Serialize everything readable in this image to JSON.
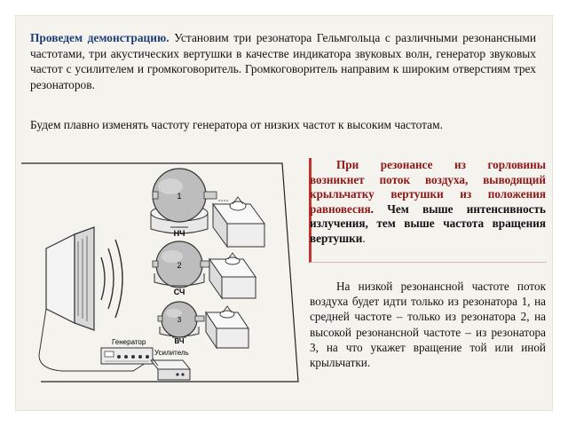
{
  "intro": {
    "lead": "Проведем демонстрацию.",
    "text": " Установим три резонатора Гельмгольца с различными резонансными частотами, три акустических вертушки в качестве индикатора звуковых волн, генератор звуковых частот с усилителем и громкоговоритель. Громкоговоритель направим к широким отверстиям трех резонаторов."
  },
  "second": "Будем плавно изменять частоту генератора от низких частот к высоким частотам.",
  "callout": {
    "red": "При резонансе из горловины возникнет поток воздуха, выводящий крыльчатку вертушки из положения равновесия",
    "dot1": ".",
    "black": " Чем выше интенсивность излучения, тем выше частота вращения вертушки",
    "dot2": "."
  },
  "paragraph": "На низкой резонансной частоте поток воздуха будет идти только из резонатора 1, на средней частоте – только из резонатора 2, на высокой резонансной частоте – из резонатора 3, на что укажет вращение той или иной крыльчатки.",
  "diagram": {
    "resonator_1": "1",
    "resonator_2": "2",
    "resonator_3": "3",
    "label_low": "НЧ",
    "label_mid": "СЧ",
    "label_high": "ВЧ",
    "generator": "Генератор",
    "amplifier": "Усилитель"
  },
  "colors": {
    "lead": "#1f3f78",
    "red_text": "#8e1616",
    "slide_bg": "#f5f3ee"
  }
}
